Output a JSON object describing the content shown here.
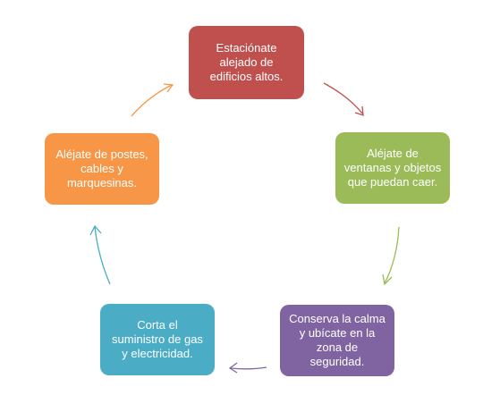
{
  "nodes": [
    {
      "id": "top",
      "text": "Estaciónate\nalejado de\nedificios altos.",
      "color": "#c0504d"
    },
    {
      "id": "right",
      "text": "Aléjate de\nventanas y objetos\nque puedan caer.",
      "color": "#9bbb59"
    },
    {
      "id": "br",
      "text": "Conserva la calma\ny ubícate en la\nzona de\nseguridad.",
      "color": "#8064a2"
    },
    {
      "id": "bl",
      "text": "Corta el\nsuministro de gas\ny electricidad.",
      "color": "#4bacc6"
    },
    {
      "id": "left",
      "text": "Aléjate de postes,\ncables y\nmarquesinas.",
      "color": "#f79646"
    }
  ],
  "arrows": [
    {
      "from": "top",
      "to": "right",
      "color": "#c0504d"
    },
    {
      "from": "right",
      "to": "br",
      "color": "#9bbb59"
    },
    {
      "from": "br",
      "to": "bl",
      "color": "#8064a2"
    },
    {
      "from": "bl",
      "to": "left",
      "color": "#4bacc6"
    },
    {
      "from": "left",
      "to": "top",
      "color": "#f79646"
    }
  ]
}
